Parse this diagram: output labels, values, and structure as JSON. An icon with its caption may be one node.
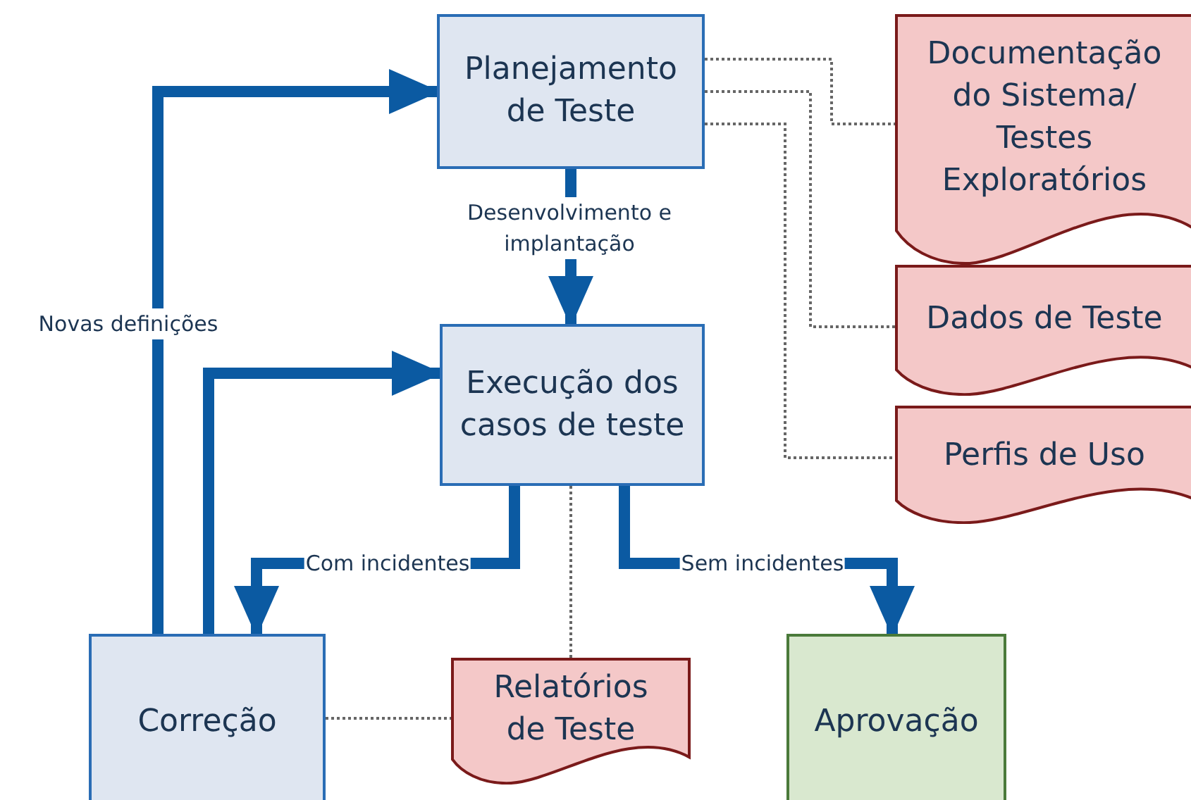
{
  "diagram": {
    "nodes": [
      {
        "text": [
          "Planejamento de Teste"
        ]
      },
      {
        "text": [
          "Documentação do Sistema/ Testes Exploratórios"
        ]
      },
      {
        "text": [
          "Execução dos casos de teste"
        ]
      },
      {
        "text": [
          "Dados de Teste"
        ]
      },
      {
        "text": [
          "Perfis de Uso"
        ]
      },
      {
        "text": [
          "Correção"
        ]
      },
      {
        "text": [
          "Relatórios de Teste"
        ]
      },
      {
        "text": [
          "Aprovação"
        ]
      }
    ],
    "edges": [
      {
        "from": 0,
        "to": 2,
        "arrow": "to",
        "label": "Desenvolvimento e implantação",
        "style": "thick"
      },
      {
        "from": 2,
        "to": 5,
        "arrow": "to",
        "label": "Com incidentes",
        "style": "thick"
      },
      {
        "from": 2,
        "to": 7,
        "arrow": "to",
        "label": "Sem incidentes",
        "style": "thick"
      },
      {
        "from": 5,
        "to": 0,
        "arrow": "to",
        "label": "Novas definições",
        "style": "thick"
      },
      {
        "from": 5,
        "to": 2,
        "arrow": "to",
        "style": "thick"
      },
      {
        "from": 0,
        "to": 1,
        "arrow": "none",
        "style": "dashed",
        "color": "#666666"
      },
      {
        "from": 0,
        "to": 3,
        "arrow": "none",
        "style": "dashed",
        "color": "#666666"
      },
      {
        "from": 0,
        "to": 4,
        "arrow": "none",
        "style": "dashed",
        "color": "#666666"
      },
      {
        "from": 2,
        "to": 6,
        "arrow": "none",
        "style": "dashed",
        "color": "#666666"
      },
      {
        "from": 5,
        "to": 6,
        "arrow": "none",
        "style": "dashed",
        "color": "#666666"
      }
    ]
  }
}
